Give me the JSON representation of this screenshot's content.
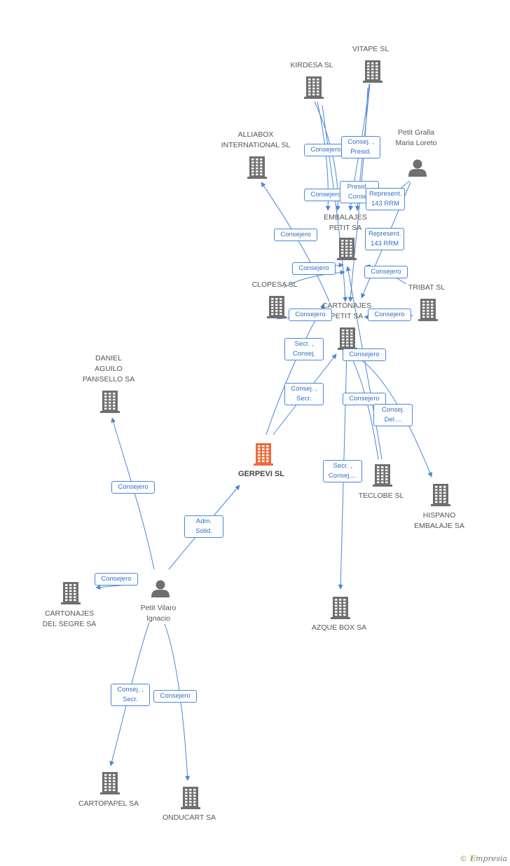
{
  "nodes": [
    {
      "id": "kirdesa",
      "type": "company",
      "lines": [
        "KIRDESA  SL"
      ]
    },
    {
      "id": "vitape",
      "type": "company",
      "lines": [
        "VITAPE  SL"
      ]
    },
    {
      "id": "alliabox",
      "type": "company",
      "lines": [
        "ALLIABOX",
        "INTERNATIONAL SL"
      ]
    },
    {
      "id": "petit_gralla",
      "type": "person",
      "lines": [
        "Petit Gralla",
        "Maria Loreto"
      ]
    },
    {
      "id": "embalajes_petit",
      "type": "company",
      "lines": [
        "EMBALAJES",
        "PETIT SA"
      ]
    },
    {
      "id": "clopesa",
      "type": "company",
      "lines": [
        "CLOPESA  SL"
      ]
    },
    {
      "id": "tribat",
      "type": "company",
      "lines": [
        "TRIBAT  SL"
      ]
    },
    {
      "id": "cartonajes_petit",
      "type": "company",
      "lines": [
        "CARTONAJES",
        "PETIT SA"
      ]
    },
    {
      "id": "daniel_aguilo",
      "type": "company",
      "lines": [
        "DANIEL",
        "AGUILO",
        "PANISELLO SA"
      ]
    },
    {
      "id": "gerpevi",
      "type": "company",
      "main": true,
      "lines": [
        "GERPEVI SL"
      ]
    },
    {
      "id": "teclobe",
      "type": "company",
      "lines": [
        "TECLOBE  SL"
      ]
    },
    {
      "id": "hispano",
      "type": "company",
      "lines": [
        "HISPANO",
        "EMBALAJE SA"
      ]
    },
    {
      "id": "cartonajes_segre",
      "type": "company",
      "lines": [
        "CARTONAJES",
        "DEL SEGRE SA"
      ]
    },
    {
      "id": "petit_vilaro",
      "type": "person",
      "lines": [
        "Petit Vilaro",
        "Ignacio"
      ]
    },
    {
      "id": "azque",
      "type": "company",
      "lines": [
        "AZQUE BOX SA"
      ]
    },
    {
      "id": "cartopapel",
      "type": "company",
      "lines": [
        "CARTOPAPEL SA"
      ]
    },
    {
      "id": "ondacart",
      "type": "company",
      "lines": [
        "ONDUCART SA"
      ]
    }
  ],
  "relations": [
    {
      "id": "r1",
      "lines": [
        "Consejero"
      ]
    },
    {
      "id": "r2",
      "lines": [
        "Consej. ,",
        "Presid."
      ]
    },
    {
      "id": "r3",
      "lines": [
        "Consejero"
      ]
    },
    {
      "id": "r4",
      "lines": [
        "Presid. ,",
        "Consej."
      ]
    },
    {
      "id": "r5",
      "lines": [
        "Represent.",
        "143 RRM"
      ]
    },
    {
      "id": "r6",
      "lines": [
        "Consejero"
      ]
    },
    {
      "id": "r7",
      "lines": [
        "Represent.",
        "143 RRM"
      ]
    },
    {
      "id": "r8",
      "lines": [
        "Consejero"
      ]
    },
    {
      "id": "r9",
      "lines": [
        "Consejero"
      ]
    },
    {
      "id": "r10",
      "lines": [
        "Consejero"
      ]
    },
    {
      "id": "r11",
      "lines": [
        "Consejero"
      ]
    },
    {
      "id": "r12",
      "lines": [
        "Secr. ,",
        "Consej."
      ]
    },
    {
      "id": "r13",
      "lines": [
        "Consejero"
      ]
    },
    {
      "id": "r14",
      "lines": [
        "Consej. ,",
        "Secr."
      ]
    },
    {
      "id": "r15",
      "lines": [
        "Consejero"
      ]
    },
    {
      "id": "r16",
      "lines": [
        "Consej.",
        "Del...."
      ]
    },
    {
      "id": "r17",
      "lines": [
        "Secr. ,",
        "Consej...."
      ]
    },
    {
      "id": "r18",
      "lines": [
        "Consejero"
      ]
    },
    {
      "id": "r19",
      "lines": [
        "Adm.",
        "Solid."
      ]
    },
    {
      "id": "r20",
      "lines": [
        "Consejero"
      ]
    },
    {
      "id": "r21",
      "lines": [
        "Consej. ,",
        "Secr."
      ]
    },
    {
      "id": "r22",
      "lines": [
        "Consejero"
      ]
    }
  ],
  "colors": {
    "edge": "#4a86d8",
    "node": "#6f6f6f",
    "main_node": "#ee6a3c",
    "label_border": "#4a86d8"
  },
  "brand": {
    "copyright": "©",
    "first": "E",
    "rest": "mpresia"
  }
}
